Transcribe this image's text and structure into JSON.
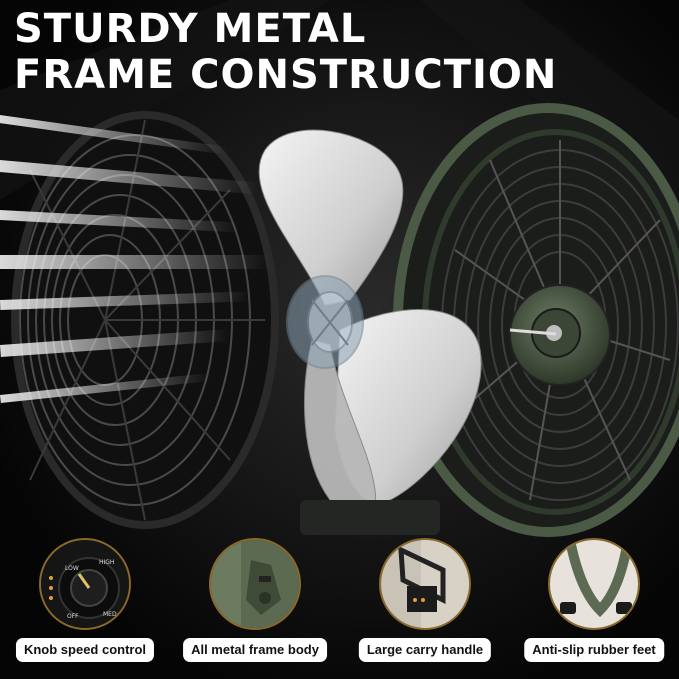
{
  "headline": {
    "line1": "STURDY METAL",
    "line2": "FRAME CONSTRUCTION"
  },
  "features": [
    {
      "label": "Knob speed control",
      "icon": "speed-knob-icon"
    },
    {
      "label": "All metal frame body",
      "icon": "metal-frame-icon"
    },
    {
      "label": "Large carry handle",
      "icon": "carry-handle-icon"
    },
    {
      "label": "Anti-slip rubber feet",
      "icon": "rubber-feet-icon"
    }
  ],
  "knob_markings": {
    "high": "HIGH",
    "low": "LOW",
    "off": "OFF",
    "med": "MED"
  },
  "colors": {
    "background": "#0a0a0a",
    "frame_green": "#4a5a44",
    "thumb_ring": "#8a6a2a",
    "label_bg": "#ffffff"
  }
}
